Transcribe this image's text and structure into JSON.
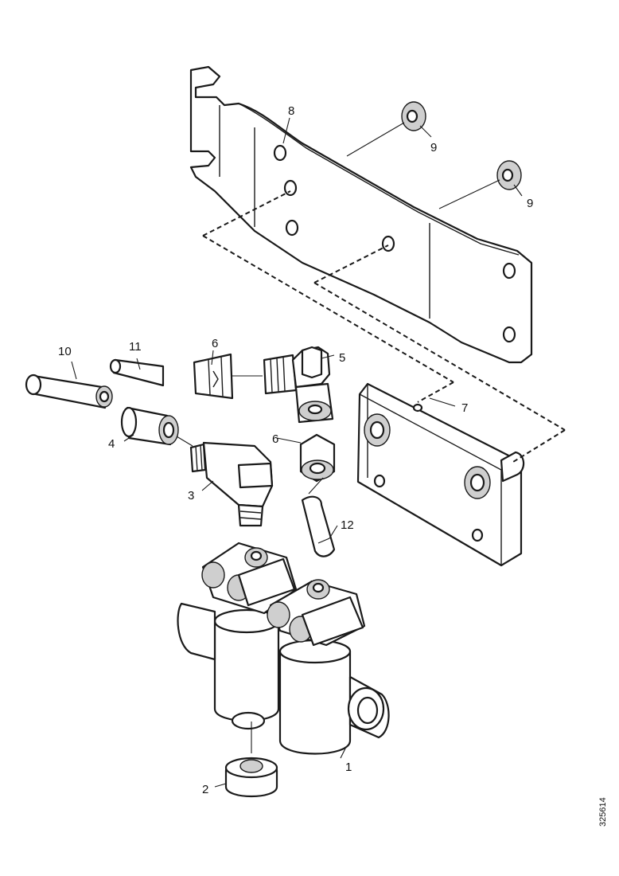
{
  "callouts": {
    "c1": "1",
    "c2": "2",
    "c3": "3",
    "c4": "4",
    "c5": "5",
    "c6a": "6",
    "c6b": "6",
    "c7": "7",
    "c8": "8",
    "c9a": "9",
    "c9b": "9",
    "c10": "10",
    "c11": "11",
    "c12": "12"
  },
  "reference_code": "325614"
}
